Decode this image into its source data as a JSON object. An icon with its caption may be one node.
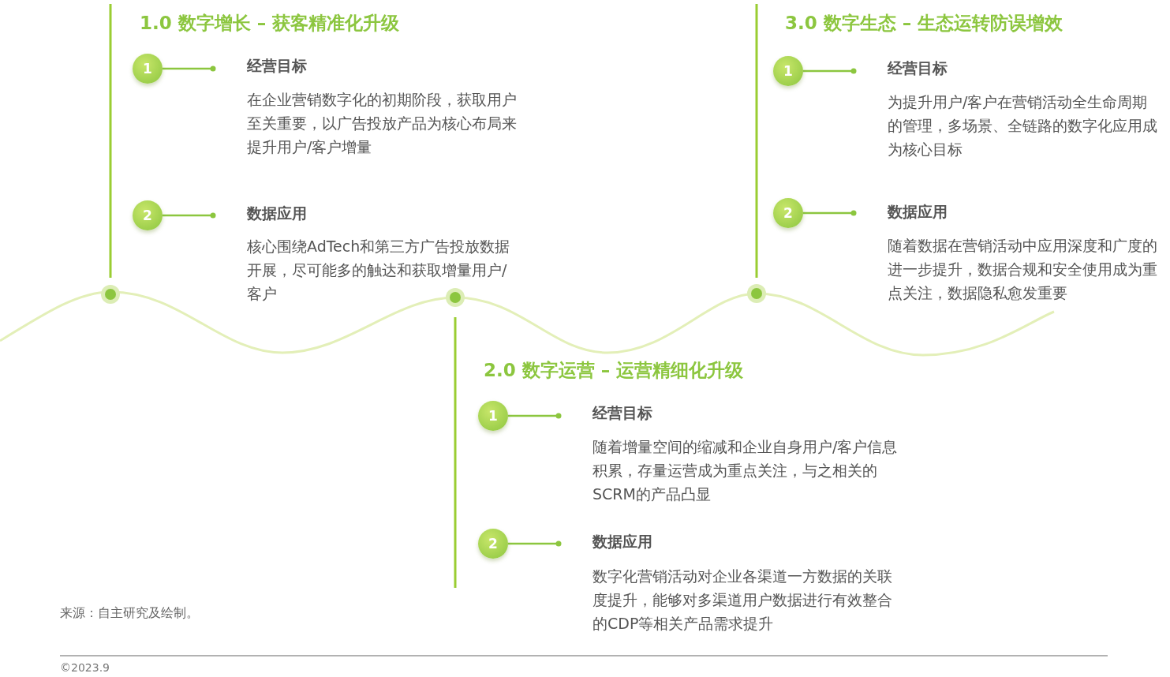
{
  "diagram": {
    "nodes": [
      {
        "text": [
          "1"
        ]
      },
      {
        "text": [
          "2"
        ]
      },
      {
        "text": [
          "1"
        ]
      },
      {
        "text": [
          "2"
        ]
      },
      {
        "text": [
          "1"
        ]
      },
      {
        "text": [
          "2"
        ]
      }
    ],
    "edges": [],
    "labels": [
      "1.0 数字增长 – 获客精准化升级",
      "经营目标",
      "在企业营销数字化的初期阶段，获取用户至关重要，以广告投放产品为核心布局来提升用户/客户增量",
      "数据应用",
      "核心围绕AdTech和第三方广告投放数据开展，尽可能多的触达和获取增量用户/客户",
      "3.0 数字生态 – 生态运转防误增效",
      "经营目标",
      "为提升用户/客户在营销活动全生命周期的管理，多场景、全链路的数字化应用成为核心目标",
      "数据应用",
      "随着数据在营销活动中应用深度和广度的进一步提升，数据合规和安全使用成为重点关注，数据隐私愈发重要",
      "2.0 数字运营 – 运营精细化升级",
      "经营目标",
      "随着增量空间的缩减和企业自身用户/客户信息积累，存量运营成为重点关注，与之相关的SCRM的产品凸显",
      "数据应用",
      "数字化营销活动对企业各渠道一方数据的关联度提升，能够对多渠道用户数据进行有效整合的CDP等相关产品需求提升",
      "来源：自主研究及绘制。",
      "©2023.9"
    ]
  }
}
